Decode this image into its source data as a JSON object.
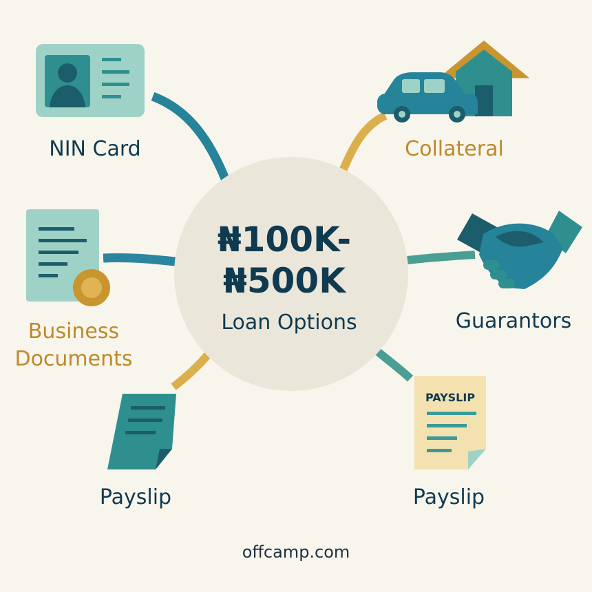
{
  "center": {
    "line1": "₦100K-",
    "line2": "₦500K",
    "subtitle": "Loan Options"
  },
  "nodes": {
    "nin_card": {
      "label": "NIN Card",
      "icon": "id-card-icon"
    },
    "collateral": {
      "label": "Collateral",
      "icon": "car-house-icon"
    },
    "business_documents": {
      "label_line1": "Business",
      "label_line2": "Documents",
      "icon": "certificate-document-icon"
    },
    "guarantors": {
      "label": "Guarantors",
      "icon": "handshake-icon"
    },
    "payslip_left": {
      "label": "Payslip",
      "icon": "document-icon"
    },
    "payslip_right": {
      "label": "Payslip",
      "doc_title": "PAYSLIP",
      "icon": "payslip-document-icon"
    }
  },
  "footer": {
    "text": "offcamp.com"
  },
  "colors": {
    "background": "#f8f5ec",
    "center_circle": "#ebe6da",
    "navy": "#0f3a4f",
    "gold": "#bb8a2c",
    "teal": "#2f8f8f",
    "light_teal": "#9fd2c7",
    "blue_teal": "#25839a",
    "mustard": "#dbb04c"
  }
}
